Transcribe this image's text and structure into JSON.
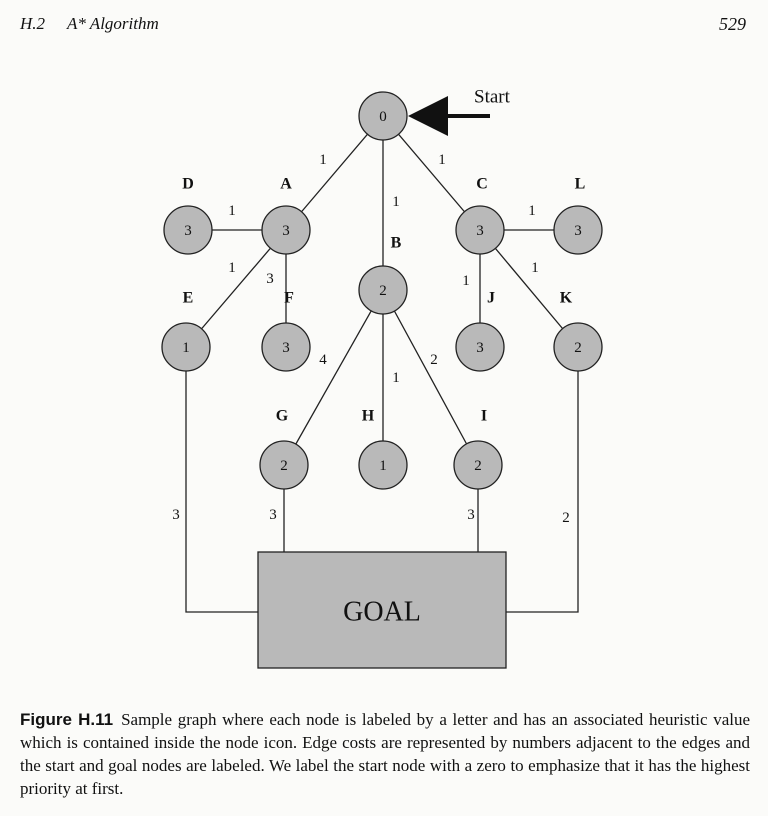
{
  "header": {
    "section": "H.2",
    "title": "A* Algorithm",
    "page_number": "529"
  },
  "figure": {
    "start_label": "Start",
    "goal_label": "GOAL",
    "nodes": [
      {
        "id": "start",
        "letter": "",
        "value": "0"
      },
      {
        "id": "A",
        "letter": "A",
        "value": "3"
      },
      {
        "id": "B",
        "letter": "B",
        "value": "2"
      },
      {
        "id": "C",
        "letter": "C",
        "value": "3"
      },
      {
        "id": "D",
        "letter": "D",
        "value": "3"
      },
      {
        "id": "L",
        "letter": "L",
        "value": "3"
      },
      {
        "id": "E",
        "letter": "E",
        "value": "1"
      },
      {
        "id": "F",
        "letter": "F",
        "value": "3"
      },
      {
        "id": "J",
        "letter": "J",
        "value": "3"
      },
      {
        "id": "K",
        "letter": "K",
        "value": "2"
      },
      {
        "id": "G",
        "letter": "G",
        "value": "2"
      },
      {
        "id": "H",
        "letter": "H",
        "value": "1"
      },
      {
        "id": "I",
        "letter": "I",
        "value": "2"
      }
    ],
    "edges": [
      {
        "from": "start",
        "to": "A",
        "cost": "1"
      },
      {
        "from": "start",
        "to": "B",
        "cost": "1"
      },
      {
        "from": "start",
        "to": "C",
        "cost": "1"
      },
      {
        "from": "A",
        "to": "D",
        "cost": "1"
      },
      {
        "from": "A",
        "to": "E",
        "cost": "1"
      },
      {
        "from": "A",
        "to": "F",
        "cost": "3"
      },
      {
        "from": "C",
        "to": "L",
        "cost": "1"
      },
      {
        "from": "C",
        "to": "J",
        "cost": "1"
      },
      {
        "from": "C",
        "to": "K",
        "cost": "1"
      },
      {
        "from": "B",
        "to": "G",
        "cost": "4"
      },
      {
        "from": "B",
        "to": "H",
        "cost": "1"
      },
      {
        "from": "B",
        "to": "I",
        "cost": "2"
      },
      {
        "from": "E",
        "to": "goal",
        "cost": "3"
      },
      {
        "from": "G",
        "to": "goal",
        "cost": "3"
      },
      {
        "from": "I",
        "to": "goal",
        "cost": "3"
      },
      {
        "from": "K",
        "to": "goal",
        "cost": "2"
      }
    ]
  },
  "caption": {
    "label": "Figure H.11",
    "text": "Sample graph where each node is labeled by a letter and has an associated heuristic value which is contained inside the node icon. Edge costs are represented by numbers adjacent to the edges and the start and goal nodes are labeled. We label the start node with a zero to emphasize that it has the highest priority at first."
  }
}
